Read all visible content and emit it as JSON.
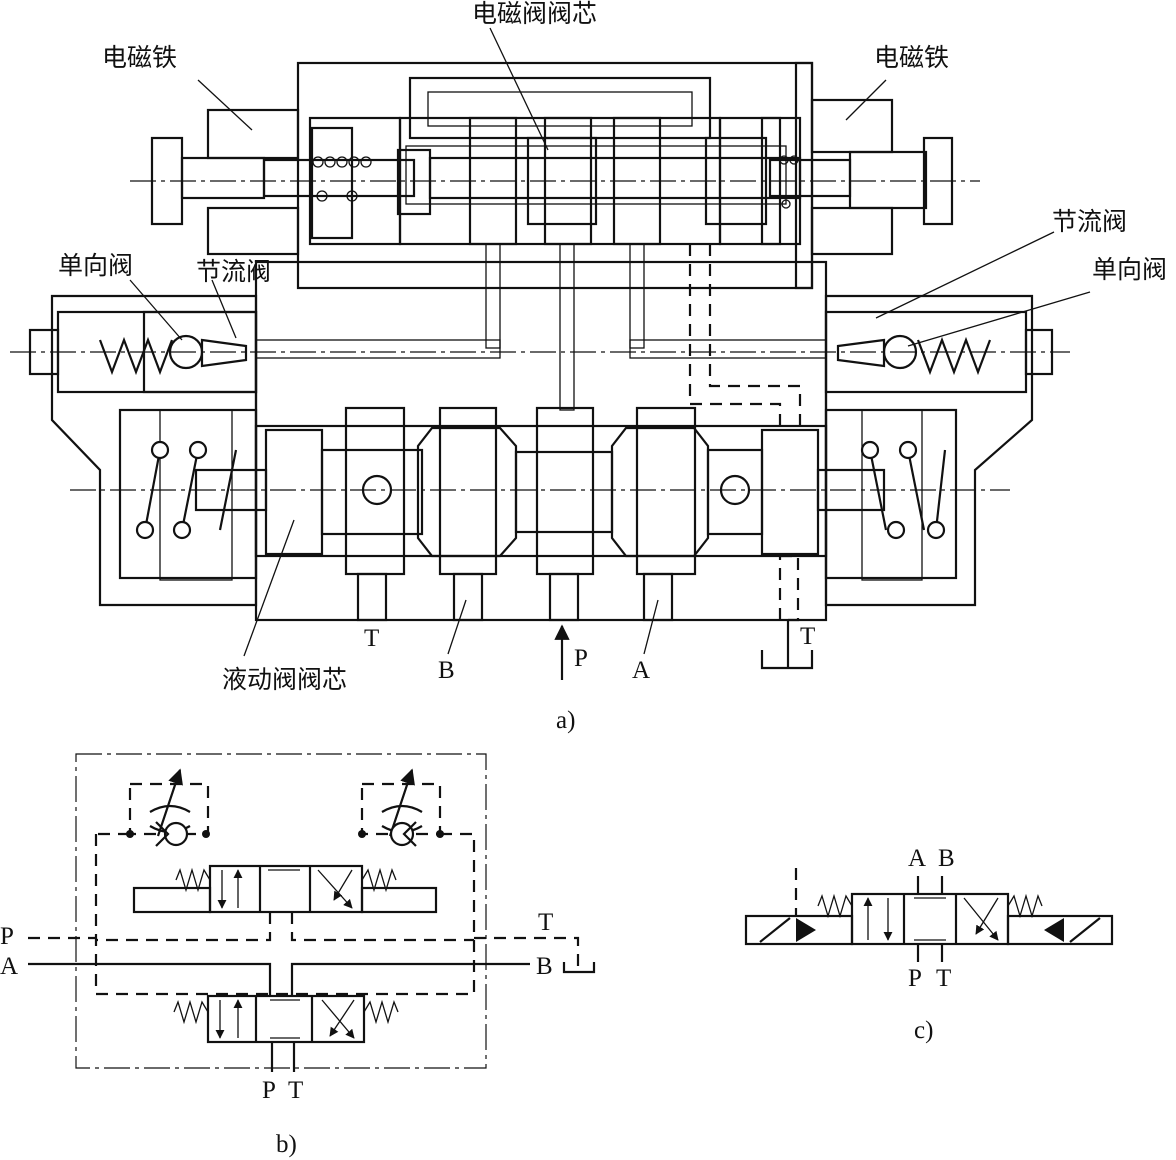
{
  "labels_a": {
    "solenoid_left": "电磁铁",
    "solenoid_right": "电磁铁",
    "pilot_spool": "电磁阀阀芯",
    "check_valve_left": "单向阀",
    "throttle_left": "节流阀",
    "throttle_right": "节流阀",
    "check_valve_right": "单向阀",
    "main_spool": "液动阀阀芯",
    "port_t_left": "T",
    "port_b": "B",
    "port_p": "P",
    "port_a": "A",
    "port_t_right": "T",
    "caption": "a)"
  },
  "labels_b": {
    "port_p_left": "P",
    "port_a_left": "A",
    "port_t_right": "T",
    "port_b_right": "B",
    "port_p_bottom": "P",
    "port_t_bottom": "T",
    "caption": "b)"
  },
  "labels_c": {
    "port_a_top": "A",
    "port_b_top": "B",
    "port_p_bottom": "P",
    "port_t_bottom": "T",
    "caption": "c)"
  }
}
